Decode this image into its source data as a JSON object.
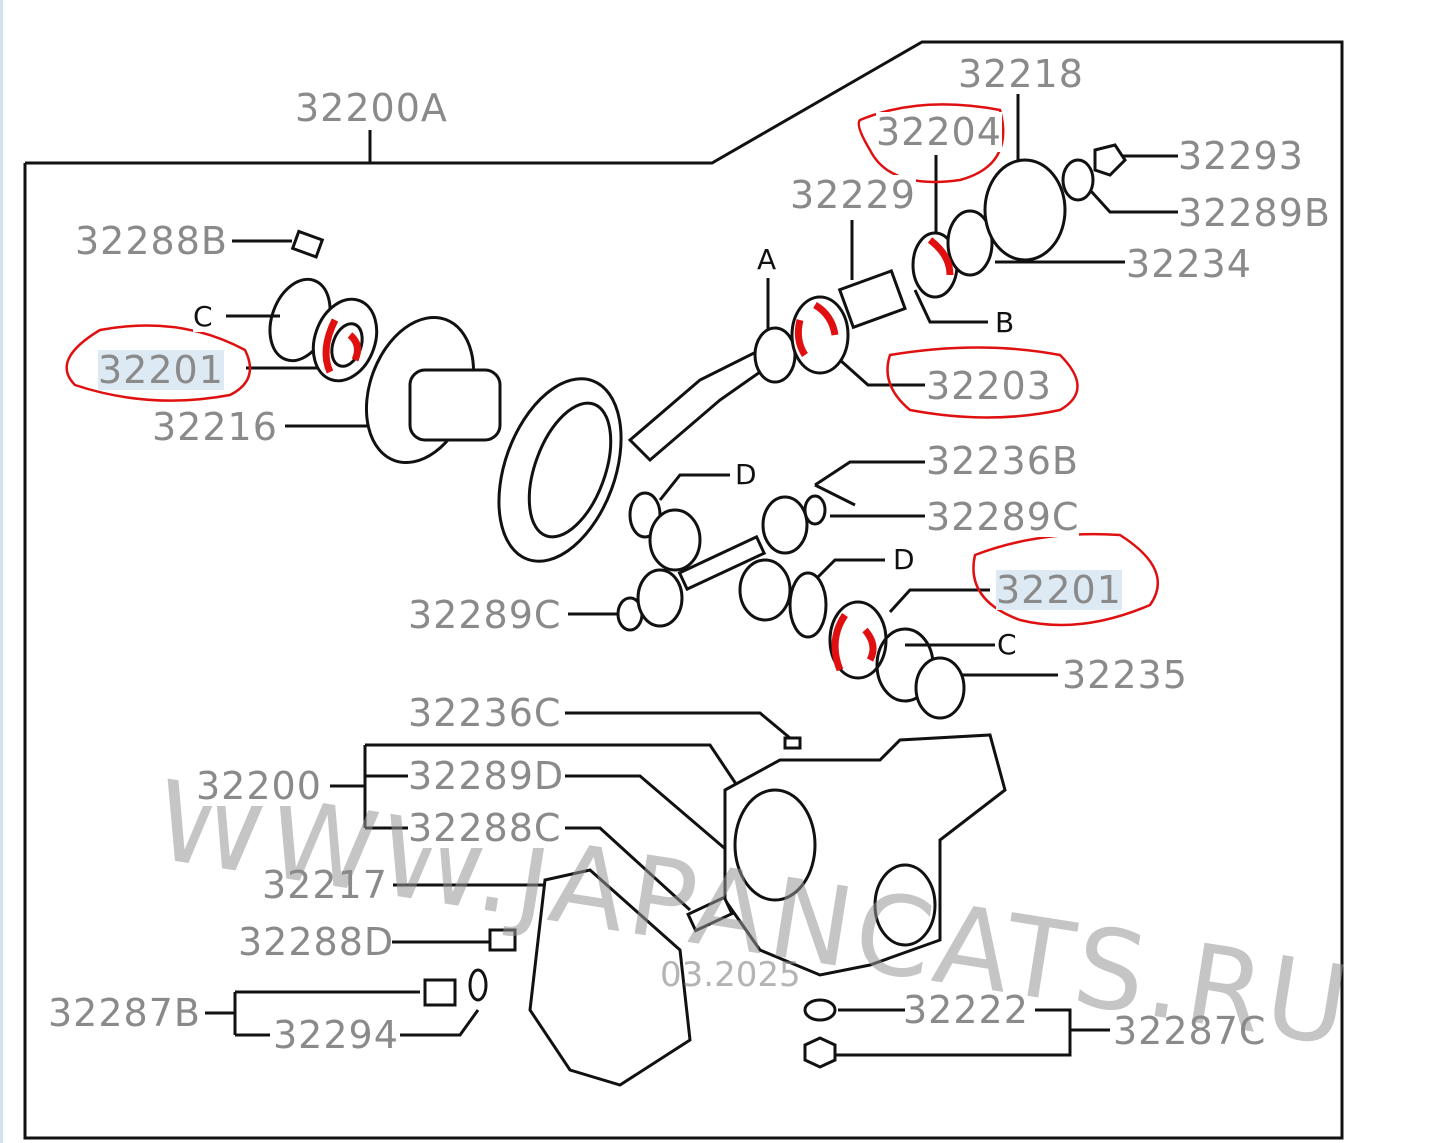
{
  "title": "32200A",
  "labels": {
    "p32218": "32218",
    "p32204": "32204",
    "p32293": "32293",
    "p32229": "32229",
    "p32289B": "32289B",
    "p32288B": "32288B",
    "p32234": "32234",
    "pA": "A",
    "pC1": "C",
    "pB": "B",
    "p32201a": "32201",
    "p32203": "32203",
    "p32216": "32216",
    "p32236B": "32236B",
    "pD1": "D",
    "p32289C1": "32289C",
    "pD2": "D",
    "p32201b": "32201",
    "p32289C2": "32289C",
    "pC2": "C",
    "p32235": "32235",
    "p32236C": "32236C",
    "p32200": "32200",
    "p32289D": "32289D",
    "p32288C": "32288C",
    "p32217": "32217",
    "p32288D": "32288D",
    "p32287B": "32287B",
    "p32222": "32222",
    "p32287C": "32287C",
    "p32294": "32294"
  },
  "watermark": "WWW.JAPANCATS.RU",
  "watermark_date": "03.2025",
  "colors": {
    "annotation": "#e01010",
    "label": "#8a8a8a",
    "highlight": "#dde9f3"
  }
}
